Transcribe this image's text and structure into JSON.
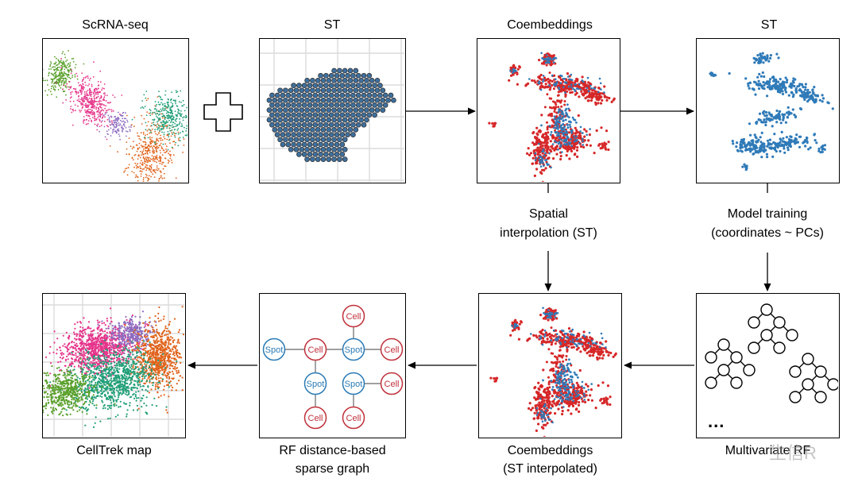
{
  "panels": {
    "scrna": {
      "title": "ScRNA-seq"
    },
    "st_input": {
      "title": "ST"
    },
    "coembed": {
      "title": "Coembeddings"
    },
    "st_embed": {
      "title": "ST"
    },
    "celltrek": {
      "caption": "CellTrek map"
    },
    "graph": {
      "caption_line1": "RF distance-based",
      "caption_line2": "sparse graph"
    },
    "coembed_interp": {
      "caption_line1": "Coembeddings",
      "caption_line2": "(ST interpolated)"
    },
    "rf": {
      "caption": "Multivariate RF",
      "ellipsis": "..."
    }
  },
  "steps": {
    "spatial_interp": {
      "line1": "Spatial",
      "line2": "interpolation (ST)"
    },
    "model_training": {
      "line1": "Model training",
      "line2": "(coordinates ~ PCs)"
    }
  },
  "graph_nodes": {
    "spot_label": "Spot",
    "cell_label": "Cell"
  },
  "watermark": "生信R",
  "colors": {
    "st_blue": "#2f7ab8",
    "cell_red": "#d62728",
    "green": "#5aa02c",
    "pink": "#e6338a",
    "purple": "#8b6bbf",
    "orange": "#e0621a",
    "teal": "#1f9e77",
    "spot_node": "#2a7ab5",
    "cell_node": "#c0303a"
  },
  "icons": [
    "plus-icon",
    "arrow-icon",
    "decision-tree-icon"
  ]
}
